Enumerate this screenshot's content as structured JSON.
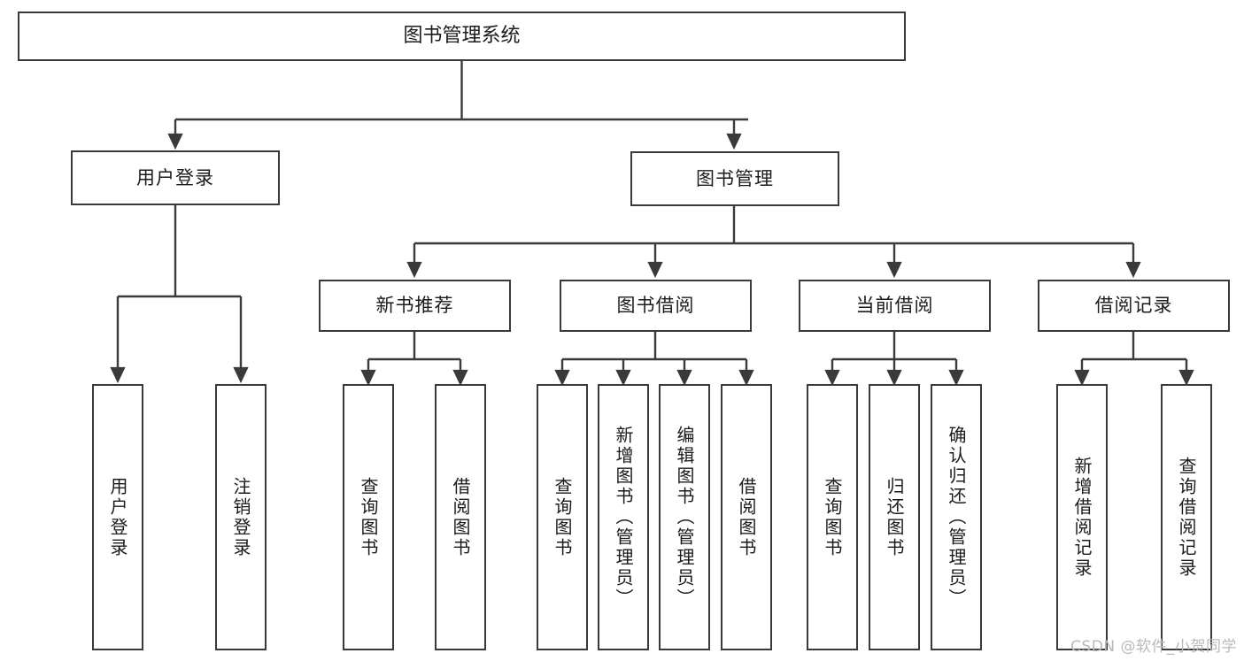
{
  "diagram": {
    "title": "图书管理系统",
    "watermark": "CSDN @软件_小贺同学",
    "line_color": "#3a3a3a",
    "box_border_color": "#3a3a3a",
    "box_fill": "#ffffff",
    "text_color": "#1b1b1b"
  },
  "nodes": {
    "root": {
      "label": "图书管理系统"
    },
    "level2": [
      {
        "label": "用户登录"
      },
      {
        "label": "图书管理"
      }
    ],
    "level3": [
      {
        "label": "新书推荐"
      },
      {
        "label": "图书借阅"
      },
      {
        "label": "当前借阅"
      },
      {
        "label": "借阅记录"
      }
    ],
    "leaves": {
      "user_login": [
        {
          "label": "用户登录"
        },
        {
          "label": "注销登录"
        }
      ],
      "new_book": [
        {
          "label": "查询图书"
        },
        {
          "label": "借阅图书"
        }
      ],
      "book_borrow": [
        {
          "label": "查询图书"
        },
        {
          "label": "新增图书（管理员）"
        },
        {
          "label": "编辑图书（管理员）"
        },
        {
          "label": "借阅图书"
        }
      ],
      "current_borrow": [
        {
          "label": "查询图书"
        },
        {
          "label": "归还图书"
        },
        {
          "label": "确认归还（管理员）"
        }
      ],
      "borrow_record": [
        {
          "label": "新增借阅记录"
        },
        {
          "label": "查询借阅记录"
        }
      ]
    }
  }
}
